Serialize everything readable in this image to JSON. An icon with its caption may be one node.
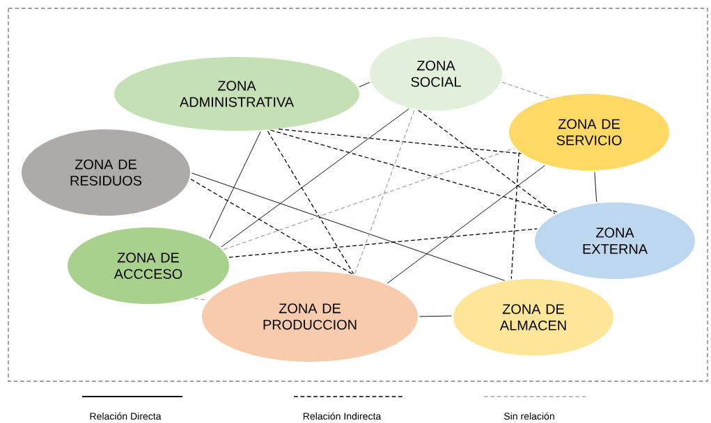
{
  "diagram": {
    "nodes": [
      {
        "text": [
          "ZONA ADMINISTRATIVA"
        ]
      },
      {
        "text": [
          "ZONA SOCIAL"
        ]
      },
      {
        "text": [
          "ZONA DE SERVICIO"
        ]
      },
      {
        "text": [
          "ZONA DE RESIDUOS"
        ]
      },
      {
        "text": [
          "ZONA DE ACCCESO"
        ]
      },
      {
        "text": [
          "ZONA EXTERNA"
        ]
      },
      {
        "text": [
          "ZONA DE PRODUCCION"
        ]
      },
      {
        "text": [
          "ZONA DE ALMACEN"
        ]
      }
    ],
    "edges": [
      {
        "from": 0,
        "to": 1,
        "arrow": "none"
      },
      {
        "from": 0,
        "to": 4,
        "arrow": "none"
      },
      {
        "from": 1,
        "to": 4,
        "arrow": "none"
      },
      {
        "from": 3,
        "to": 7,
        "arrow": "none"
      },
      {
        "from": 2,
        "to": 5,
        "arrow": "none"
      },
      {
        "from": 6,
        "to": 7,
        "arrow": "none"
      },
      {
        "from": 6,
        "to": 2,
        "arrow": "none"
      },
      {
        "from": 0,
        "to": 2,
        "arrow": "none",
        "style": "dashed"
      },
      {
        "from": 0,
        "to": 5,
        "arrow": "none",
        "style": "dashed"
      },
      {
        "from": 0,
        "to": 6,
        "arrow": "none",
        "style": "dashed"
      },
      {
        "from": 1,
        "to": 5,
        "arrow": "none",
        "style": "dashed"
      },
      {
        "from": 3,
        "to": 6,
        "arrow": "none",
        "style": "dashed"
      },
      {
        "from": 4,
        "to": 5,
        "arrow": "none",
        "style": "dashed"
      },
      {
        "from": 2,
        "to": 7,
        "arrow": "none",
        "style": "dashed"
      },
      {
        "from": 1,
        "to": 2,
        "arrow": "none",
        "style": "dashed",
        "color": "#a6a6a6"
      },
      {
        "from": 1,
        "to": 6,
        "arrow": "none",
        "style": "dashed",
        "color": "#a6a6a6"
      },
      {
        "from": 4,
        "to": 2,
        "arrow": "none",
        "style": "dashed",
        "color": "#a6a6a6"
      },
      {
        "from": 4,
        "to": 6,
        "arrow": "none",
        "style": "dashed",
        "color": "#a6a6a6"
      }
    ],
    "legend": [
      {
        "text": "Relación Directa"
      },
      {
        "text": "Relación Indirecta"
      },
      {
        "text": "Sin relación"
      }
    ]
  }
}
